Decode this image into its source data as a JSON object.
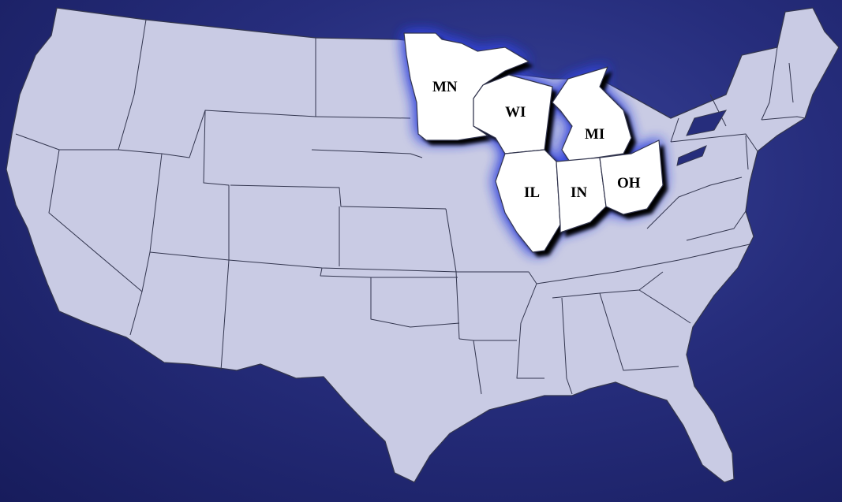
{
  "colors": {
    "background": "#262d7c",
    "us_land": "#c9cbe4",
    "us_border": "#33364f",
    "highlight_fill": "#ffffff",
    "highlight_glow": "#3344dd",
    "shadow": "#000000",
    "label": "#000000"
  },
  "highlighted_states": [
    {
      "id": "MN",
      "label": "MN"
    },
    {
      "id": "WI",
      "label": "WI"
    },
    {
      "id": "MI",
      "label": "MI"
    },
    {
      "id": "IL",
      "label": "IL"
    },
    {
      "id": "IN",
      "label": "IN"
    },
    {
      "id": "OH",
      "label": "OH"
    }
  ]
}
